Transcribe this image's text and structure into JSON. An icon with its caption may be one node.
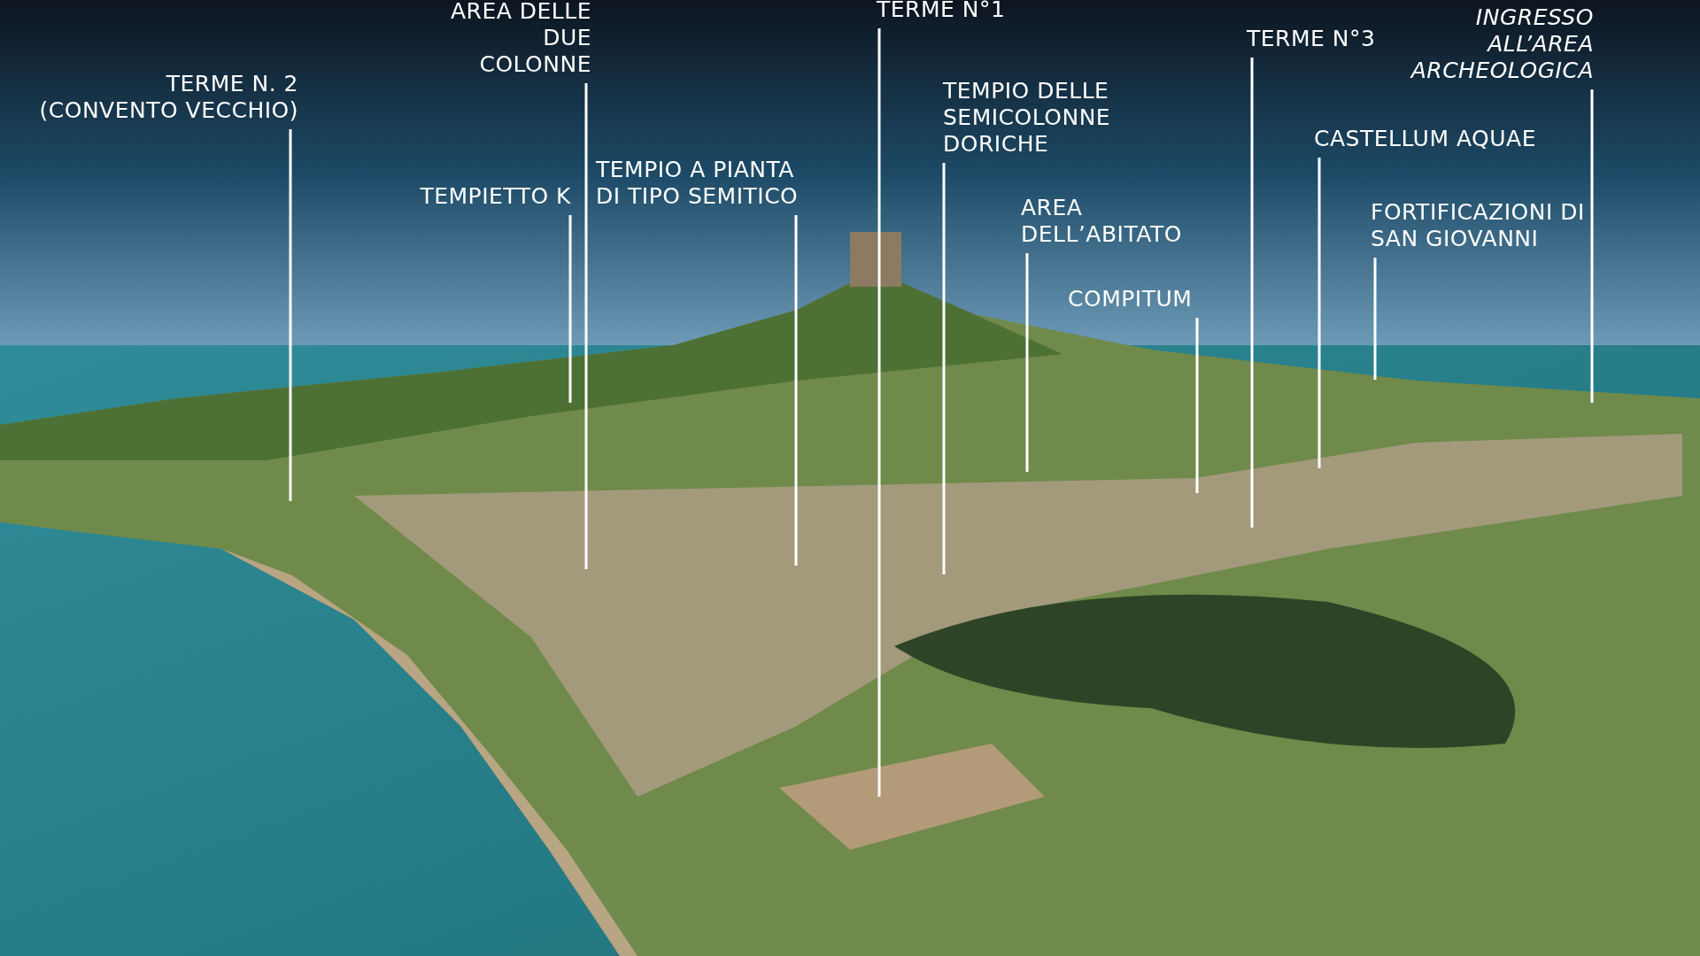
{
  "diagram": {
    "nodes": [
      {
        "text": [
          "TERME N. 2 (CONVENTO VECCHIO)"
        ]
      },
      {
        "text": [
          "TEMPIETTO K"
        ]
      },
      {
        "text": [
          "AREA DELLE DUE COLONNE"
        ]
      },
      {
        "text": [
          "TEMPIO A PIANTA DI TIPO SEMITICO"
        ]
      },
      {
        "text": [
          "TERME N°1"
        ]
      },
      {
        "text": [
          "TEMPIO DELLE SEMICOLONNE DORICHE"
        ]
      },
      {
        "text": [
          "AREA DELL’ABITATO"
        ]
      },
      {
        "text": [
          "COMPITUM"
        ]
      },
      {
        "text": [
          "TERME N°3"
        ]
      },
      {
        "text": [
          "CASTELLUM AQUAE"
        ]
      },
      {
        "text": [
          "FORTIFICAZIONI DI SAN GIOVANNI"
        ]
      },
      {
        "text": [
          "INGRESSO ALL’AREA ARCHEOLOGICA"
        ]
      }
    ],
    "edges": [
      {
        "from": 0,
        "to": null,
        "arrow": "none"
      },
      {
        "from": 1,
        "to": null,
        "arrow": "none"
      },
      {
        "from": 2,
        "to": null,
        "arrow": "none"
      },
      {
        "from": 3,
        "to": null,
        "arrow": "none"
      },
      {
        "from": 4,
        "to": null,
        "arrow": "none"
      },
      {
        "from": 5,
        "to": null,
        "arrow": "none"
      },
      {
        "from": 6,
        "to": null,
        "arrow": "none"
      },
      {
        "from": 7,
        "to": null,
        "arrow": "none"
      },
      {
        "from": 8,
        "to": null,
        "arrow": "none"
      },
      {
        "from": 9,
        "to": null,
        "arrow": "none"
      },
      {
        "from": 10,
        "to": null,
        "arrow": "none"
      },
      {
        "from": 11,
        "to": null,
        "arrow": "none"
      }
    ]
  }
}
